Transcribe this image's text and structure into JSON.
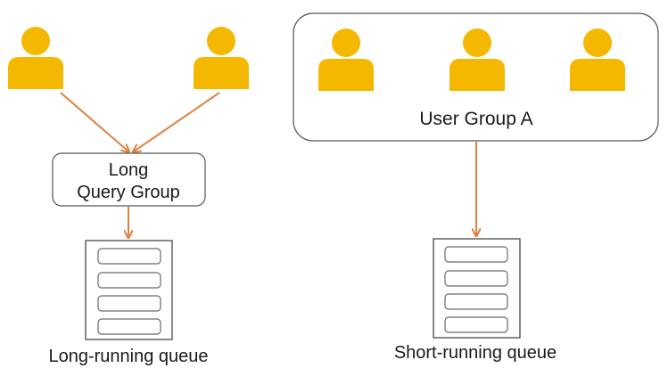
{
  "colors": {
    "person": "#f5b800",
    "arrow": "#e0813e",
    "box_stroke": "#555555",
    "slot_stroke": "#6a6a6a",
    "text": "#1a1a1a"
  },
  "icons": {
    "person": "person-icon",
    "queue": "server-rack-icon"
  },
  "left": {
    "group_label_line1": "Long",
    "group_label_line2": "Query Group",
    "queue_label": "Long-running queue"
  },
  "right": {
    "group_label": "User Group A",
    "queue_label": "Short-running queue"
  }
}
